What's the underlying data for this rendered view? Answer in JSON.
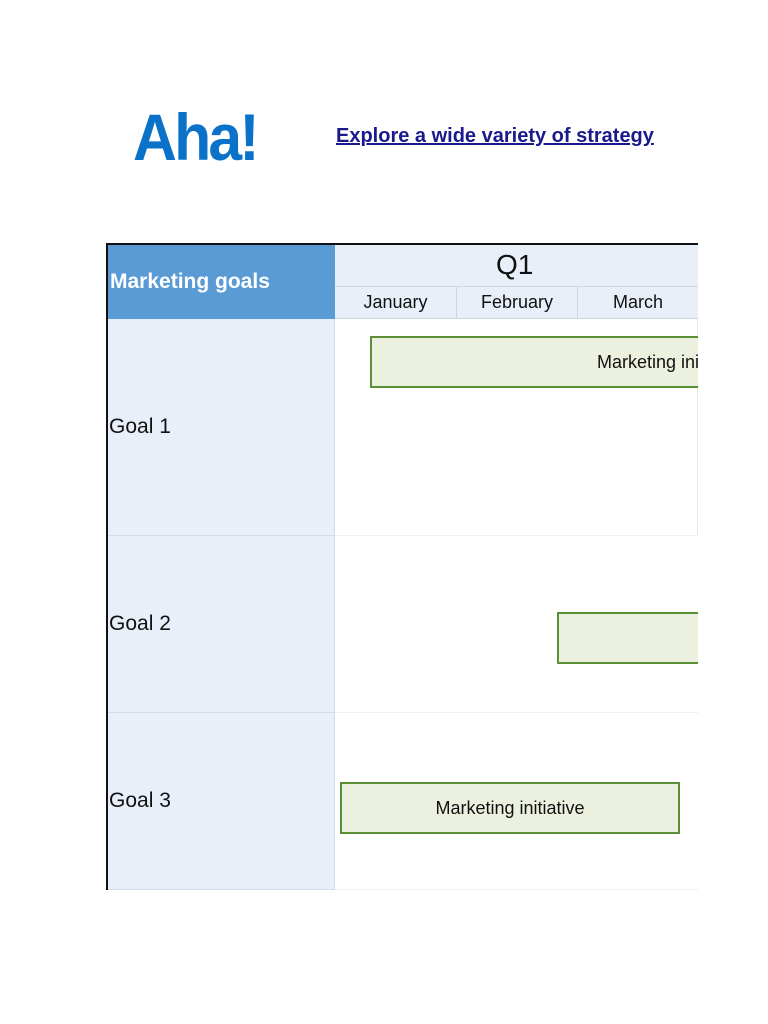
{
  "header": {
    "logo_text": "Aha!",
    "link_text": "Explore a wide variety of strategy"
  },
  "roadmap": {
    "goals_header": "Marketing goals",
    "quarter": "Q1",
    "months": [
      "January",
      "February",
      "March"
    ],
    "goals": [
      "Goal 1",
      "Goal 2",
      "Goal 3"
    ],
    "initiatives": [
      "Marketing initiative",
      "",
      "Marketing initiative"
    ]
  },
  "colors": {
    "logo": "#0a73c9",
    "header_blue": "#5b9bd5",
    "light_blue": "#e8eff9",
    "initiative_fill": "#ebf1de",
    "initiative_border": "#5a8f35"
  }
}
